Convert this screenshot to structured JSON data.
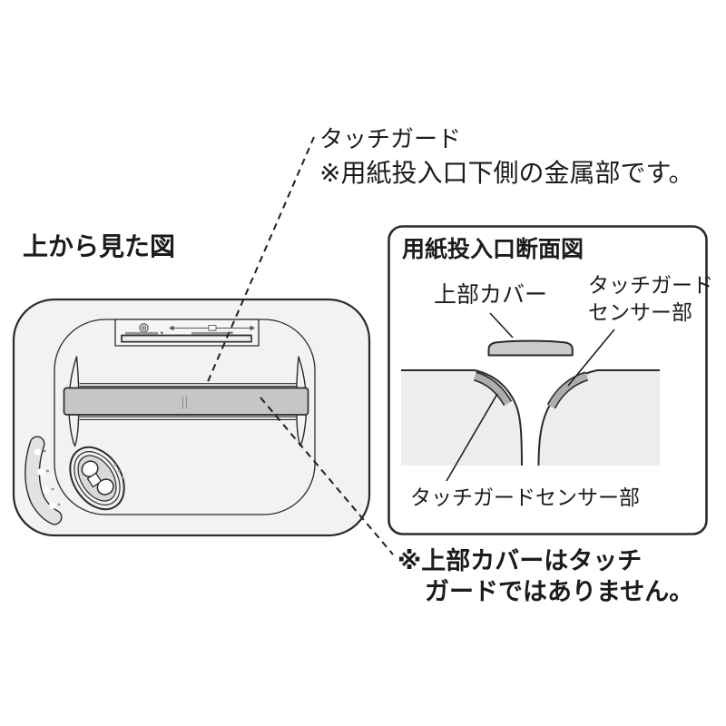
{
  "figure": {
    "touch_guard_callout": {
      "title": "タッチガード",
      "note": "※用紙投入口下側の金属部です。"
    },
    "top_view": {
      "title": "上から見た図"
    },
    "cross_section_box": {
      "title": "用紙投入口断面図",
      "top_cover_label": "上部カバー",
      "sensor_label_line1": "タッチガード",
      "sensor_label_line2": "センサー部",
      "sensor_bottom_label": "タッチガードセンサー部"
    },
    "bottom_note": {
      "line1": "※上部カバーはタッチ",
      "line2": "ガードではありません。"
    }
  },
  "colors": {
    "ink": "#222222",
    "body_fill": "#f2f2f2",
    "guard_bar_fill": "#c6c6c6",
    "top_cover_fill": "#cbcbcb",
    "section_block_fill": "#ededed",
    "sensor_strip_fill": "#adadad",
    "led_strip_fill": "#e2e2e2",
    "button_pad_fill": "#d9d9d9",
    "background": "#ffffff"
  }
}
